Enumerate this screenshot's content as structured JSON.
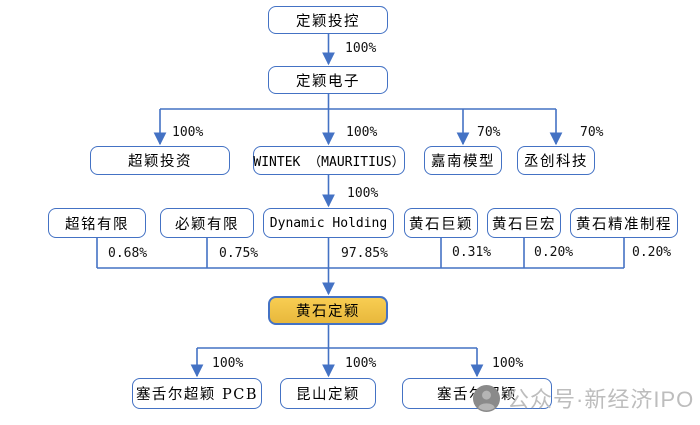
{
  "diagram": {
    "type": "ownership-structure-chart",
    "nodes": [
      {
        "id": "dingying-holding",
        "label": "定颖投控"
      },
      {
        "id": "dingying-electronics",
        "label": "定颖电子"
      },
      {
        "id": "chaoying-investment",
        "label": "超颖投资"
      },
      {
        "id": "wintek-mauritius",
        "label": "WINTEK （MAURITIUS）"
      },
      {
        "id": "jianan-model",
        "label": "嘉南模型"
      },
      {
        "id": "chengchuang-tech",
        "label": "丞创科技"
      },
      {
        "id": "chaoming-limited",
        "label": "超铭有限"
      },
      {
        "id": "biying-limited",
        "label": "必颖有限"
      },
      {
        "id": "dynamic-holding",
        "label": "Dynamic Holding"
      },
      {
        "id": "huangshi-juying",
        "label": "黄石巨颖"
      },
      {
        "id": "huangshi-juhong",
        "label": "黄石巨宏"
      },
      {
        "id": "huangshi-precision",
        "label": "黄石精准制程"
      },
      {
        "id": "huangshi-dingying",
        "label": "黄石定颖",
        "highlighted": true
      },
      {
        "id": "seychelles-chaoying-pcb",
        "label": "塞舌尔超颖 PCB"
      },
      {
        "id": "kunshan-dingying",
        "label": "昆山定颖"
      },
      {
        "id": "seychelles-chaoying",
        "label": "塞舌尔超颖"
      }
    ],
    "edges": [
      {
        "from": "dingying-holding",
        "to": "dingying-electronics",
        "label": "100%"
      },
      {
        "from": "dingying-electronics",
        "to": "chaoying-investment",
        "label": "100%"
      },
      {
        "from": "dingying-electronics",
        "to": "wintek-mauritius",
        "label": "100%"
      },
      {
        "from": "dingying-electronics",
        "to": "jianan-model",
        "label": "70%"
      },
      {
        "from": "dingying-electronics",
        "to": "chengchuang-tech",
        "label": "70%"
      },
      {
        "from": "wintek-mauritius",
        "to": "dynamic-holding",
        "label": "100%"
      },
      {
        "from": "chaoming-limited",
        "to": "huangshi-dingying",
        "label": "0.68%"
      },
      {
        "from": "biying-limited",
        "to": "huangshi-dingying",
        "label": "0.75%"
      },
      {
        "from": "dynamic-holding",
        "to": "huangshi-dingying",
        "label": "97.85%"
      },
      {
        "from": "huangshi-juying",
        "to": "huangshi-dingying",
        "label": "0.31%"
      },
      {
        "from": "huangshi-juhong",
        "to": "huangshi-dingying",
        "label": "0.20%"
      },
      {
        "from": "huangshi-precision",
        "to": "huangshi-dingying",
        "label": "0.20%"
      },
      {
        "from": "huangshi-dingying",
        "to": "seychelles-chaoying-pcb",
        "label": "100%"
      },
      {
        "from": "huangshi-dingying",
        "to": "kunshan-dingying",
        "label": "100%"
      },
      {
        "from": "huangshi-dingying",
        "to": "seychelles-chaoying",
        "label": "100%"
      }
    ],
    "colors": {
      "line": "#4472C4",
      "box_border": "#4472C4",
      "highlight_fill": "#F2C24A",
      "watermark_text": "#BDBDBD"
    }
  },
  "watermark": {
    "icon": "wechat-official-account-icon",
    "text": "公众号·新经济IPO"
  }
}
